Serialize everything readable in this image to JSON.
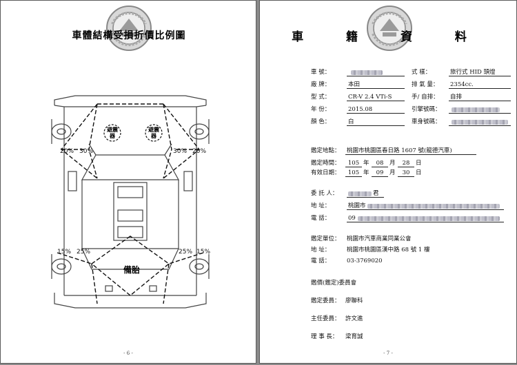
{
  "left_page": {
    "title": "車體結構受損折價比例圖",
    "page_number": "- 6 -",
    "seal_icon": "seal-icon",
    "diagram": {
      "pct_left_outer": "20%",
      "pct_left_inner": "30%",
      "pct_right_inner": "30%",
      "pct_right_outer": "20%",
      "pct_rear_left_outer": "15%",
      "pct_rear_left_inner": "25%",
      "pct_rear_right_inner": "25%",
      "pct_rear_right_outer": "15%",
      "meter_left": "避震器",
      "meter_right": "避震器",
      "spare_tire": "備胎"
    }
  },
  "right_page": {
    "title": "車 籍 資 料",
    "page_number": "- 7 -",
    "seal_icon": "seal-icon",
    "vehicle": {
      "plate_label": "車 號：",
      "style_label": "式 樣：",
      "style_value": "旅行式 HID 頭燈",
      "brand_label": "廠 牌：",
      "brand_value": "本田",
      "cc_label": "排 氣 量：",
      "cc_value": "2354cc.",
      "model_label": "型 式：",
      "model_value": "CR-V 2.4 VTi-S",
      "trans_label": "手/ 自排：",
      "trans_value": "自排",
      "year_label": "年 份：",
      "year_value": "2015.08",
      "engine_label": "引擎號碼：",
      "color_label": "顏 色：",
      "color_value": "白",
      "vin_label": "車身號碼："
    },
    "appraisal": {
      "location_label": "鑑定地點：",
      "location_value": "桃園市桃園區春日路 1607 號(龍德汽車)",
      "time_label": "鑑定時間：",
      "time_year": "105",
      "time_month": "08",
      "time_day": "28",
      "valid_label": "有效日期：",
      "valid_year": "105",
      "valid_month": "09",
      "valid_day": "30",
      "unit_year": "年",
      "unit_month": "月",
      "unit_day": "日"
    },
    "client": {
      "name_label": "委 託 人：",
      "name_suffix": "君",
      "address_label": "地 址：",
      "address_prefix": "桃園市",
      "phone_label": "電 話：",
      "phone_prefix": "09"
    },
    "org": {
      "unit_label": "鑑定單位：",
      "unit_value": "桃園市汽車商業同業公會",
      "address_label": "地 址：",
      "address_value": "桃園市桃園區漢中路 68 號 1 樓",
      "phone_label": "電 話：",
      "phone_value": "03-3769020"
    },
    "committee": {
      "heading": "鑑價(鑑定)委員會",
      "appraiser_label": "鑑定委員：",
      "appraiser_value": "廖聯科",
      "chief_label": "主任委員：",
      "chief_value": "許文進",
      "director_label": "理 事 長：",
      "director_value": "梁育誠"
    }
  }
}
